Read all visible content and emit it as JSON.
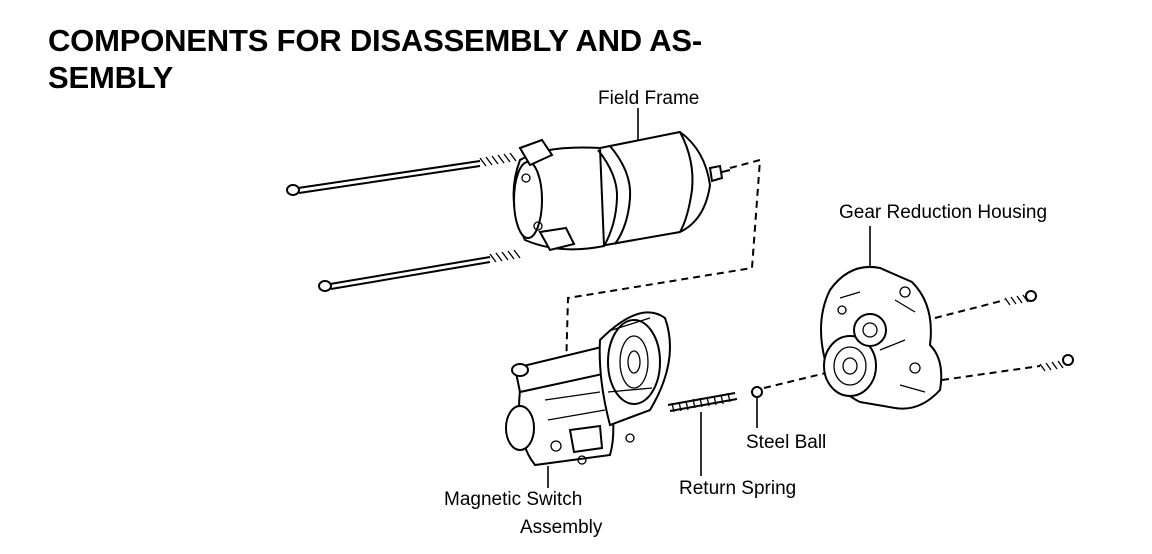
{
  "heading": {
    "line1": "COMPONENTS FOR DISASSEMBLY AND AS-",
    "line2": "SEMBLY"
  },
  "labels": {
    "field_frame": "Field Frame",
    "gear_reduction_housing": "Gear Reduction Housing",
    "steel_ball": "Steel Ball",
    "return_spring": "Return Spring",
    "magnetic_switch_line1": "Magnetic Switch",
    "magnetic_switch_line2": "Assembly"
  }
}
